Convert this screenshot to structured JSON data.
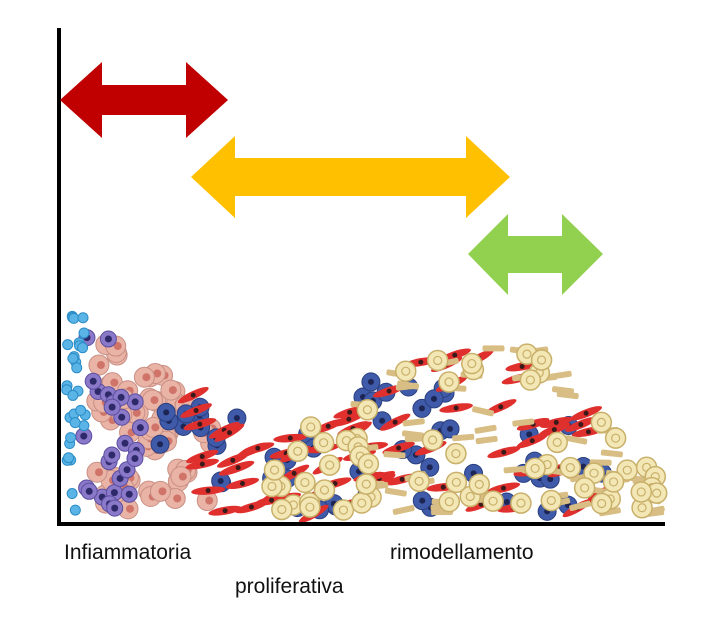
{
  "phases": [
    {
      "key": "inflammatory",
      "label": "Infiammatoria",
      "color": "#c00000"
    },
    {
      "key": "proliferative",
      "label": "proliferativa",
      "color": "#ffc000"
    },
    {
      "key": "remodeling",
      "label": "rimodellamento",
      "color": "#92d050"
    }
  ],
  "axes": {
    "color": "#000000"
  },
  "cell_colors": {
    "neutrophil": "#5ab4e6",
    "macrophage": "#e9b3a6",
    "lymphocyte": "#8a78c8",
    "fibroblast": "#3f5aa8",
    "myofibroblast": "#e0302e",
    "collagen": "#f3e7b6",
    "matrix_fiber": "#d8be84"
  }
}
